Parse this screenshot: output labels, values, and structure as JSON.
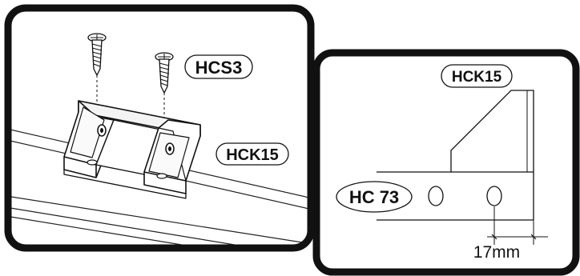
{
  "left_panel": {
    "screw_label": "HCS3",
    "bracket_label": "HCK15"
  },
  "right_panel": {
    "bracket_label": "HCK15",
    "rail_label": "HC 73",
    "dimension_label": "17mm"
  }
}
